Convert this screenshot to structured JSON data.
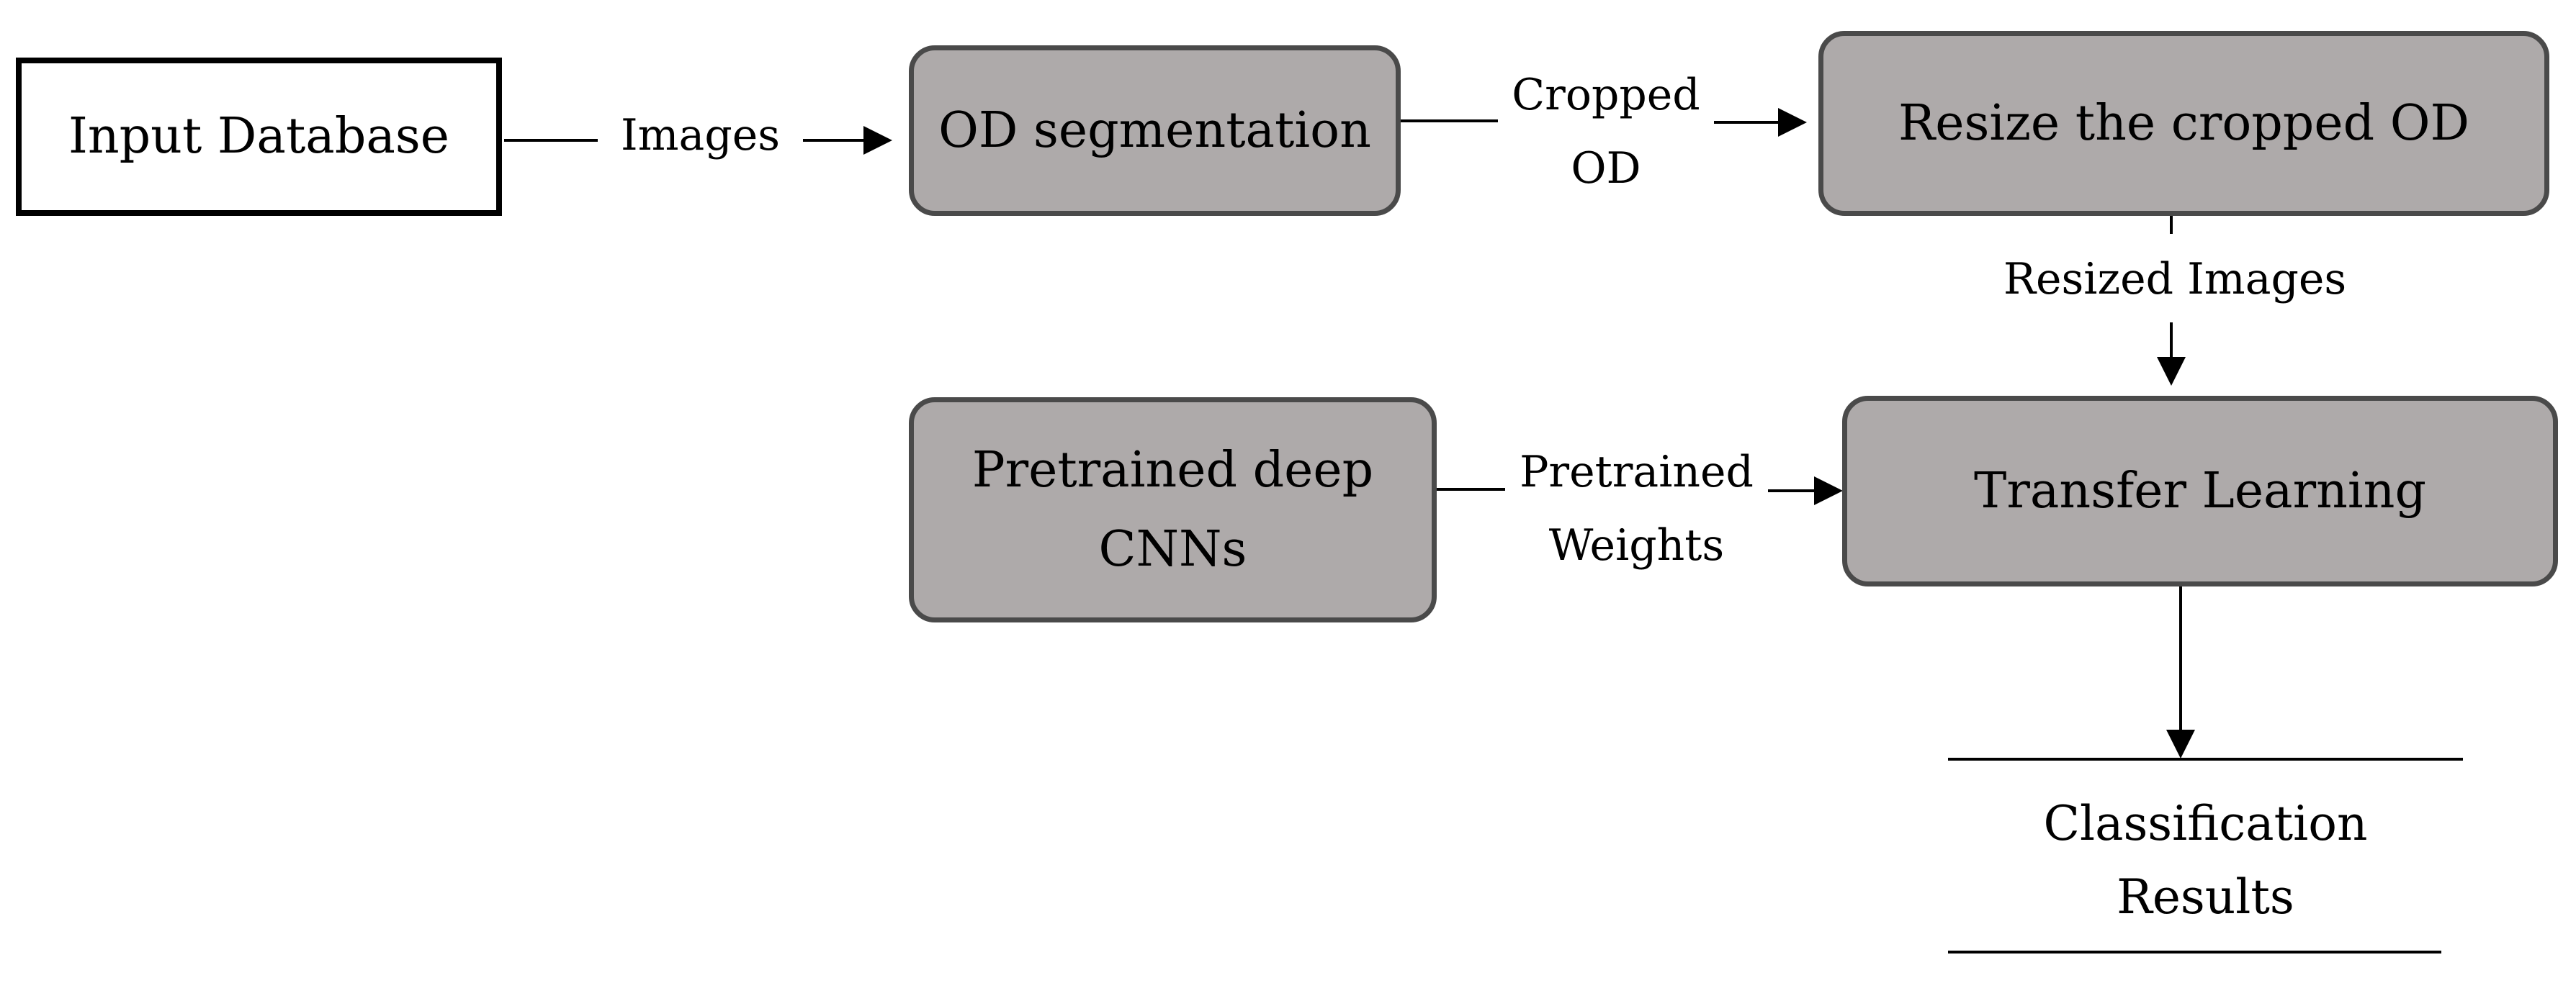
{
  "nodes": {
    "input_database": "Input Database",
    "od_segmentation": "OD segmentation",
    "resize_cropped_od": "Resize the cropped OD",
    "pretrained_cnns_line1": "Pretrained deep",
    "pretrained_cnns_line2": "CNNs",
    "transfer_learning": "Transfer Learning",
    "classification_results_line1": "Classification",
    "classification_results_line2": "Results"
  },
  "edges": {
    "images": "Images",
    "cropped_od_line1": "Cropped",
    "cropped_od_line2": "OD",
    "resized_images": "Resized Images",
    "pretrained_weights_line1": "Pretrained",
    "pretrained_weights_line2": "Weights"
  },
  "colors": {
    "process_fill": "#aeaaaa",
    "process_border": "#4a4a4a",
    "line": "#000000"
  }
}
